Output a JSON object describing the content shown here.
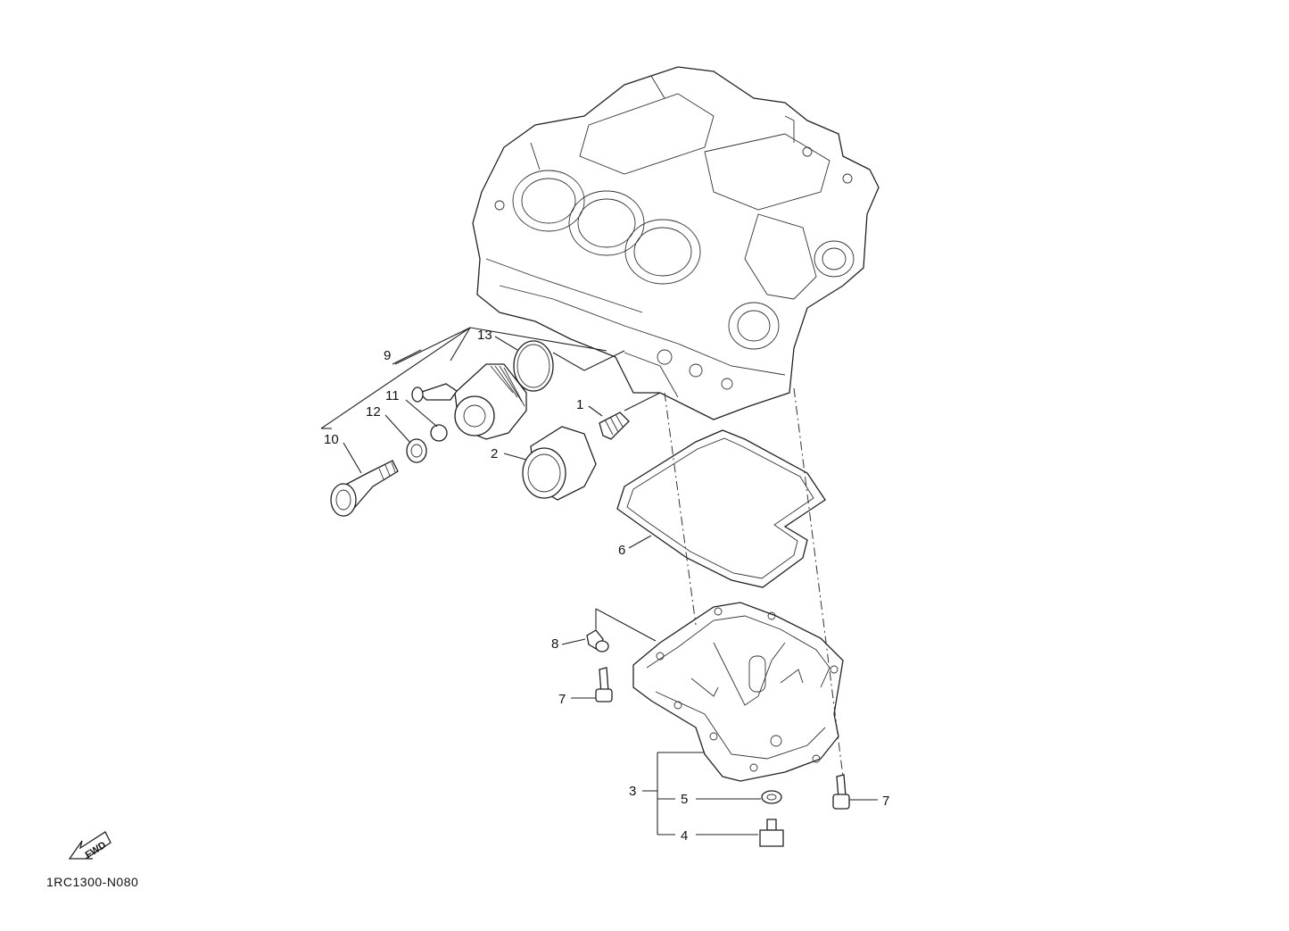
{
  "diagram": {
    "code": "1RC1300-N080",
    "fwd_label": "FWD",
    "callouts": {
      "c1": "1",
      "c2": "2",
      "c3": "3",
      "c4": "4",
      "c5": "5",
      "c6": "6",
      "c7a": "7",
      "c7b": "7",
      "c8": "8",
      "c9": "9",
      "c10": "10",
      "c11": "11",
      "c12": "12",
      "c13": "13"
    }
  },
  "colors": {
    "line": "#222222",
    "background": "#ffffff"
  }
}
